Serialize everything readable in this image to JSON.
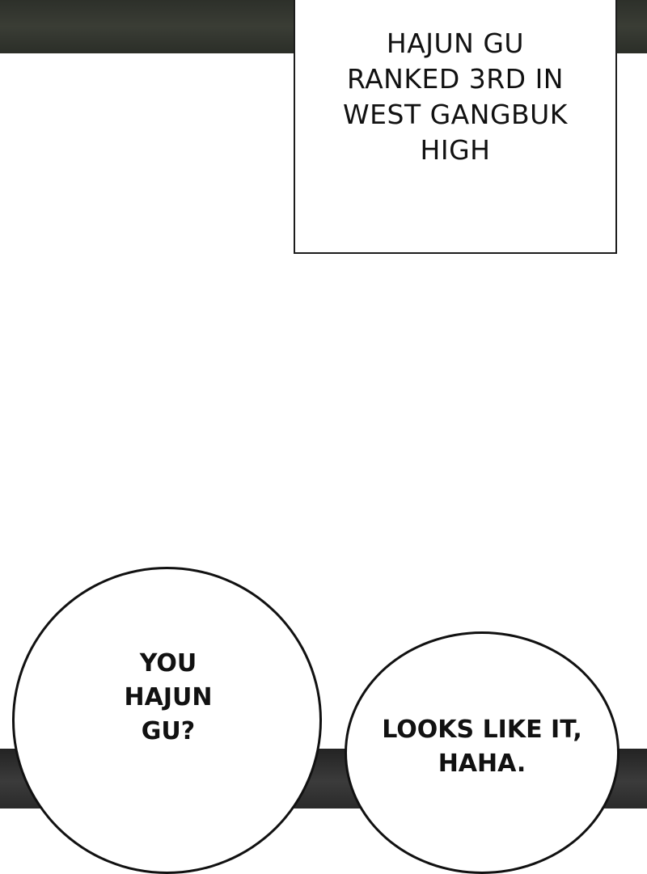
{
  "caption": {
    "lines": [
      "HAJUN GU",
      "RANKED 3RD IN",
      "WEST GANGBUK",
      "HIGH"
    ]
  },
  "bubble_left": {
    "lines": [
      "YOU",
      "HAJUN",
      "GU?"
    ]
  },
  "bubble_right": {
    "lines": [
      "LOOKS LIKE IT,",
      "HAHA."
    ]
  },
  "colors": {
    "background": "#ffffff",
    "ink": "#111111"
  }
}
